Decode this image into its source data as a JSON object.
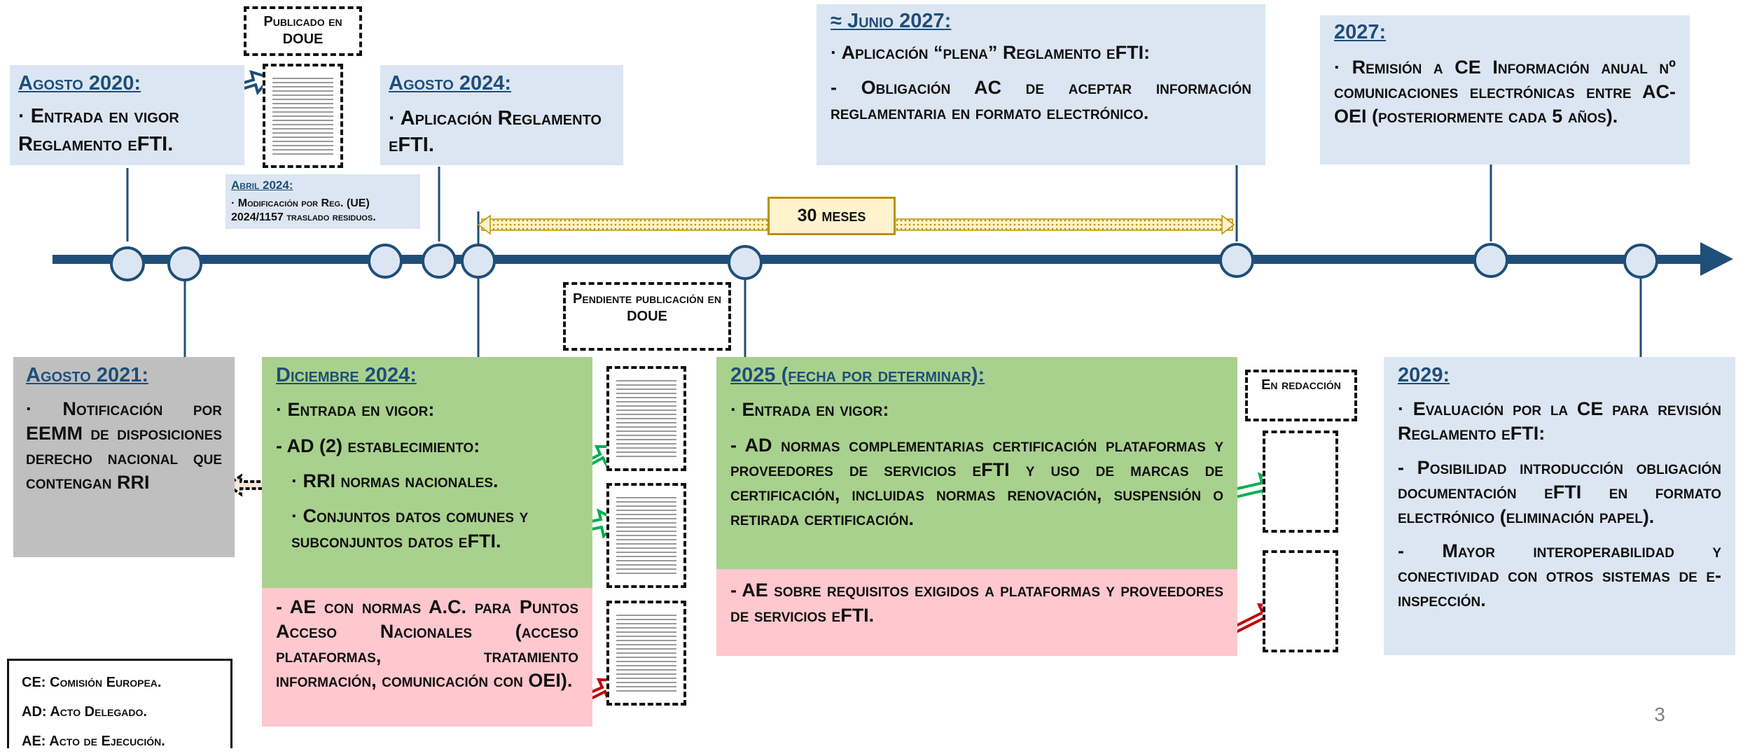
{
  "timeline_colors": {
    "axis": "#1f4e79",
    "node_fill": "#dce6f2",
    "blue_box": "#dce6f2",
    "green_box": "#a9d18e",
    "red_box": "#ffc7ce",
    "grey_box": "#bfbfbf",
    "label_box": "#fff2cc",
    "label_border": "#bf9000"
  },
  "events": {
    "agosto2020": {
      "title": "Agosto 2020:",
      "lines": [
        "· Entrada en vigor Reglamento eFTI."
      ]
    },
    "publicado": {
      "label": "Publicado en DOUE"
    },
    "abril2024": {
      "title": "Abril 2024:",
      "lines": [
        "· Modificación por Reg. (UE) 2024/1157 traslado residuos."
      ]
    },
    "agosto2024": {
      "title": "Agosto 2024:",
      "lines": [
        "· Aplicación Reglamento eFTI."
      ]
    },
    "junio2027": {
      "title": "≈ Junio 2027:",
      "lines": [
        "· Aplicación “plena” Reglamento eFTI:",
        "- Obligación AC de aceptar información reglamentaria en formato electrónico."
      ]
    },
    "y2027": {
      "title": "2027:",
      "lines": [
        "· Remisión a CE Información anual nº comunicaciones electrónicas entre AC-OEI (posteriormente cada 5 años)."
      ]
    },
    "meses": {
      "label": "30 meses"
    },
    "agosto2021": {
      "title": "Agosto 2021:",
      "lines": [
        "· Notificación por EEMM de disposiciones derecho nacional que contengan RRI"
      ]
    },
    "diciembre2024": {
      "title": "Diciembre 2024:",
      "lines": [
        "· Entrada en vigor:",
        "- AD (2) establecimiento:",
        "· RRI normas nacionales.",
        "· Conjuntos datos comunes y subconjuntos datos eFTI."
      ]
    },
    "diciembre2024_ae": {
      "lines": [
        "- AE con normas A.C. para Puntos Acceso Nacionales (acceso plataformas, tratamiento información, comunicación con OEI)."
      ]
    },
    "pendiente": {
      "label": "Pendiente publicación en DOUE"
    },
    "y2025": {
      "title": "2025 (fecha por determinar):",
      "lines": [
        "· Entrada en vigor:",
        "- AD normas complementarias certificación plataformas y proveedores de servicios eFTI y uso de marcas de certificación, incluidas normas renovación, suspensión o retirada certificación."
      ]
    },
    "y2025_ae": {
      "lines": [
        "- AE sobre requisitos exigidos a plataformas y proveedores de servicios eFTI."
      ]
    },
    "redaccion": {
      "label": "En redacción"
    },
    "y2029": {
      "title": "2029:",
      "lines": [
        "· Evaluación por la CE para revisión Reglamento eFTI:",
        "- Posibilidad introducción obligación documentación eFTI en formato electrónico (eliminación papel).",
        "- Mayor interoperabilidad y conectividad con otros sistemas de e-inspección."
      ]
    }
  },
  "legend": {
    "items": [
      "CE: Comisión Europea.",
      "AD: Acto Delegado.",
      "AE: Acto de Ejecución."
    ]
  },
  "page_number": "3"
}
